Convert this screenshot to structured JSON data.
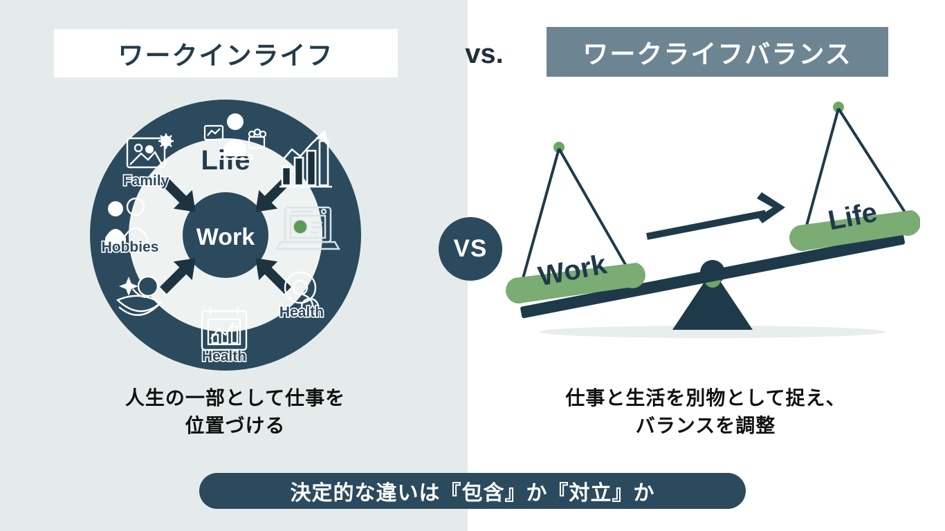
{
  "headers": {
    "left_title": "ワークインライフ",
    "right_title": "ワークライフバランス",
    "vs_text": "vs."
  },
  "center_badge": {
    "label": "VS"
  },
  "left_diagram": {
    "type": "concentric-circle-cycle",
    "center_label": "Work",
    "ring_label": "Life",
    "node_labels": [
      "Family",
      "Hobbies",
      "Health",
      "Health"
    ],
    "icons": [
      "presenter-icon",
      "photo-family-icon",
      "people-hobbies-icon",
      "book-learning-icon",
      "calendar-chart-icon",
      "lifebuoy-health-icon",
      "laptop-dashboard-icon",
      "growth-chart-icon"
    ],
    "arrow_count": 4
  },
  "right_diagram": {
    "type": "tilted-balance-scale",
    "left_pan_label": "Work",
    "right_pan_label": "Life",
    "arrow": "rightward-arrow-icon",
    "tilt": "left-side-down"
  },
  "captions": {
    "left_line1": "人生の一部として仕事を",
    "left_line2": "位置づける",
    "right_line1": "仕事と生活を別物として捉え、",
    "right_line2": "バランスを調整"
  },
  "bottom_banner": {
    "text": "決定的な違いは『包含』か『対立』か"
  },
  "colors": {
    "panel_left_bg": "#e5ebeb",
    "panel_right_bg": "#ffffff",
    "navy": "#2b4a5d",
    "navy_dark": "#233c4c",
    "slate": "#6d8593",
    "green": "#78a971",
    "white": "#ffffff"
  }
}
